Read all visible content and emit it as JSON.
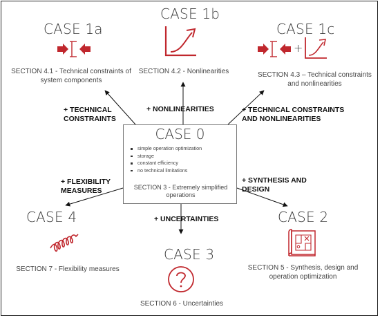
{
  "cases": {
    "c1a": {
      "title": "CASE 1a",
      "section": "SECTION 4.1 - Technical constraints of system components"
    },
    "c1b": {
      "title": "CASE 1b",
      "section": "SECTION 4.2 - Nonlinearities"
    },
    "c1c": {
      "title": "CASE 1c",
      "plus": "+",
      "section": "SECTION 4.3 – Technical constraints and nonlinearities"
    },
    "c0": {
      "title": "CASE 0",
      "bullets": [
        "simple operation optimization",
        "storage",
        "constant efficiency",
        "no technical limitations"
      ],
      "section": "SECTION 3 - Extremely simplified operations"
    },
    "c4": {
      "title": "CASE 4",
      "section": "SECTION 7 - Flexibility measures"
    },
    "c3": {
      "title": "CASE 3",
      "section": "SECTION 6 - Uncertainties"
    },
    "c2": {
      "title": "CASE 2",
      "section": "SECTION 5 - Synthesis, design and operation optimization"
    }
  },
  "edges": {
    "technical": [
      "+ TECHNICAL",
      "CONSTRAINTS"
    ],
    "nonlinearities": "+ NONLINEARITIES",
    "both": [
      "+ TECHNICAL CONSTRAINTS",
      "AND NONLINEARITIES"
    ],
    "flexibility": [
      "+ FLEXIBILITY",
      "MEASURES"
    ],
    "synthesis": [
      "+ SYNTHESIS AND",
      "DESIGN"
    ],
    "uncertainties": "+ UNCERTAINTIES"
  },
  "colors": {
    "accent": "#c0272d",
    "text": "#333333",
    "line": "#111111"
  },
  "icons": [
    "technical-constraints-icon",
    "nonlinear-curve-icon",
    "spring-icon",
    "question-mark-icon",
    "blueprint-icon"
  ]
}
